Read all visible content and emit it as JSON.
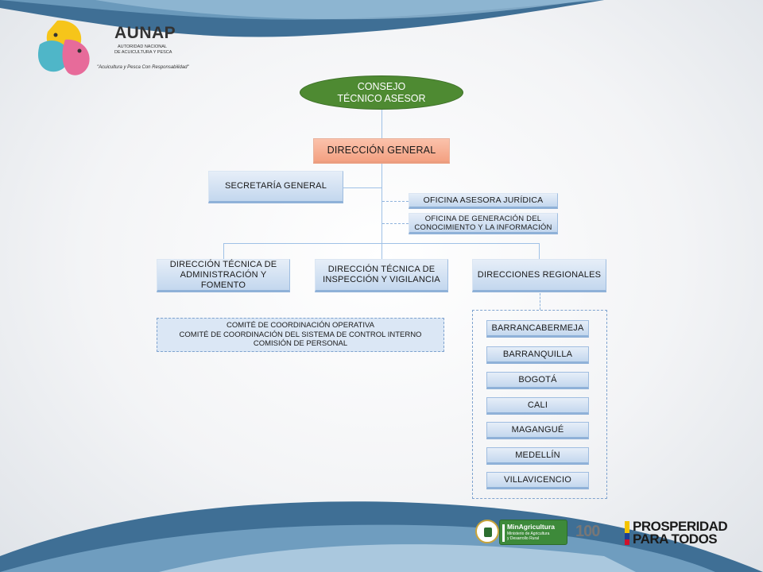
{
  "logo": {
    "name": "AUNAP",
    "line1": "AUTORIDAD NACIONAL",
    "line2": "DE ACUICULTURA Y PESCA",
    "slogan": "\"Acuicultura y Pesca Con Responsabilidad\""
  },
  "org": {
    "consejo": [
      "CONSEJO",
      "TÉCNICO ASESOR"
    ],
    "direccion_general": "DIRECCIÓN GENERAL",
    "secretaria": "SECRETARÍA GENERAL",
    "oficina_juridica": "OFICINA ASESORA JURÍDICA",
    "oficina_conocimiento": [
      "OFICINA DE GENERACIÓN DEL",
      "CONOCIMIENTO Y LA INFORMACIÓN"
    ],
    "dt_admin": [
      "DIRECCIÓN TÉCNICA DE",
      "ADMINISTRACIÓN  Y",
      "FOMENTO"
    ],
    "dt_inspeccion": [
      "DIRECCIÓN TÉCNICA DE",
      "INSPECCIÓN Y VIGILANCIA"
    ],
    "direcciones_regionales": "DIRECCIONES  REGIONALES",
    "comites": [
      "COMITÉ DE COORDINACIÓN OPERATIVA",
      "COMITÉ DE COORDINACIÓN DEL SISTEMA DE CONTROL INTERNO",
      "COMISIÓN DE PERSONAL"
    ],
    "regionales": [
      "BARRANCABERMEJA",
      "BARRANQUILLA",
      "BOGOTÁ",
      "CALI",
      "MAGANGUÉ",
      "MEDELLÍN",
      "VILLAVICENCIO"
    ]
  },
  "footer": {
    "ministry": "MinAgricultura",
    "ministry_sub1": "Ministerio de Agricultura",
    "ministry_sub2": "y Desarrollo Rural",
    "years": "100",
    "prosperidad1": "PROSPERIDAD",
    "prosperidad2": "PARA TODOS"
  },
  "colors": {
    "consejo": "#4e8a32",
    "direccion_general": "#f6a98a",
    "box": "#c9dcf1",
    "connector": "#9fc1e6"
  }
}
